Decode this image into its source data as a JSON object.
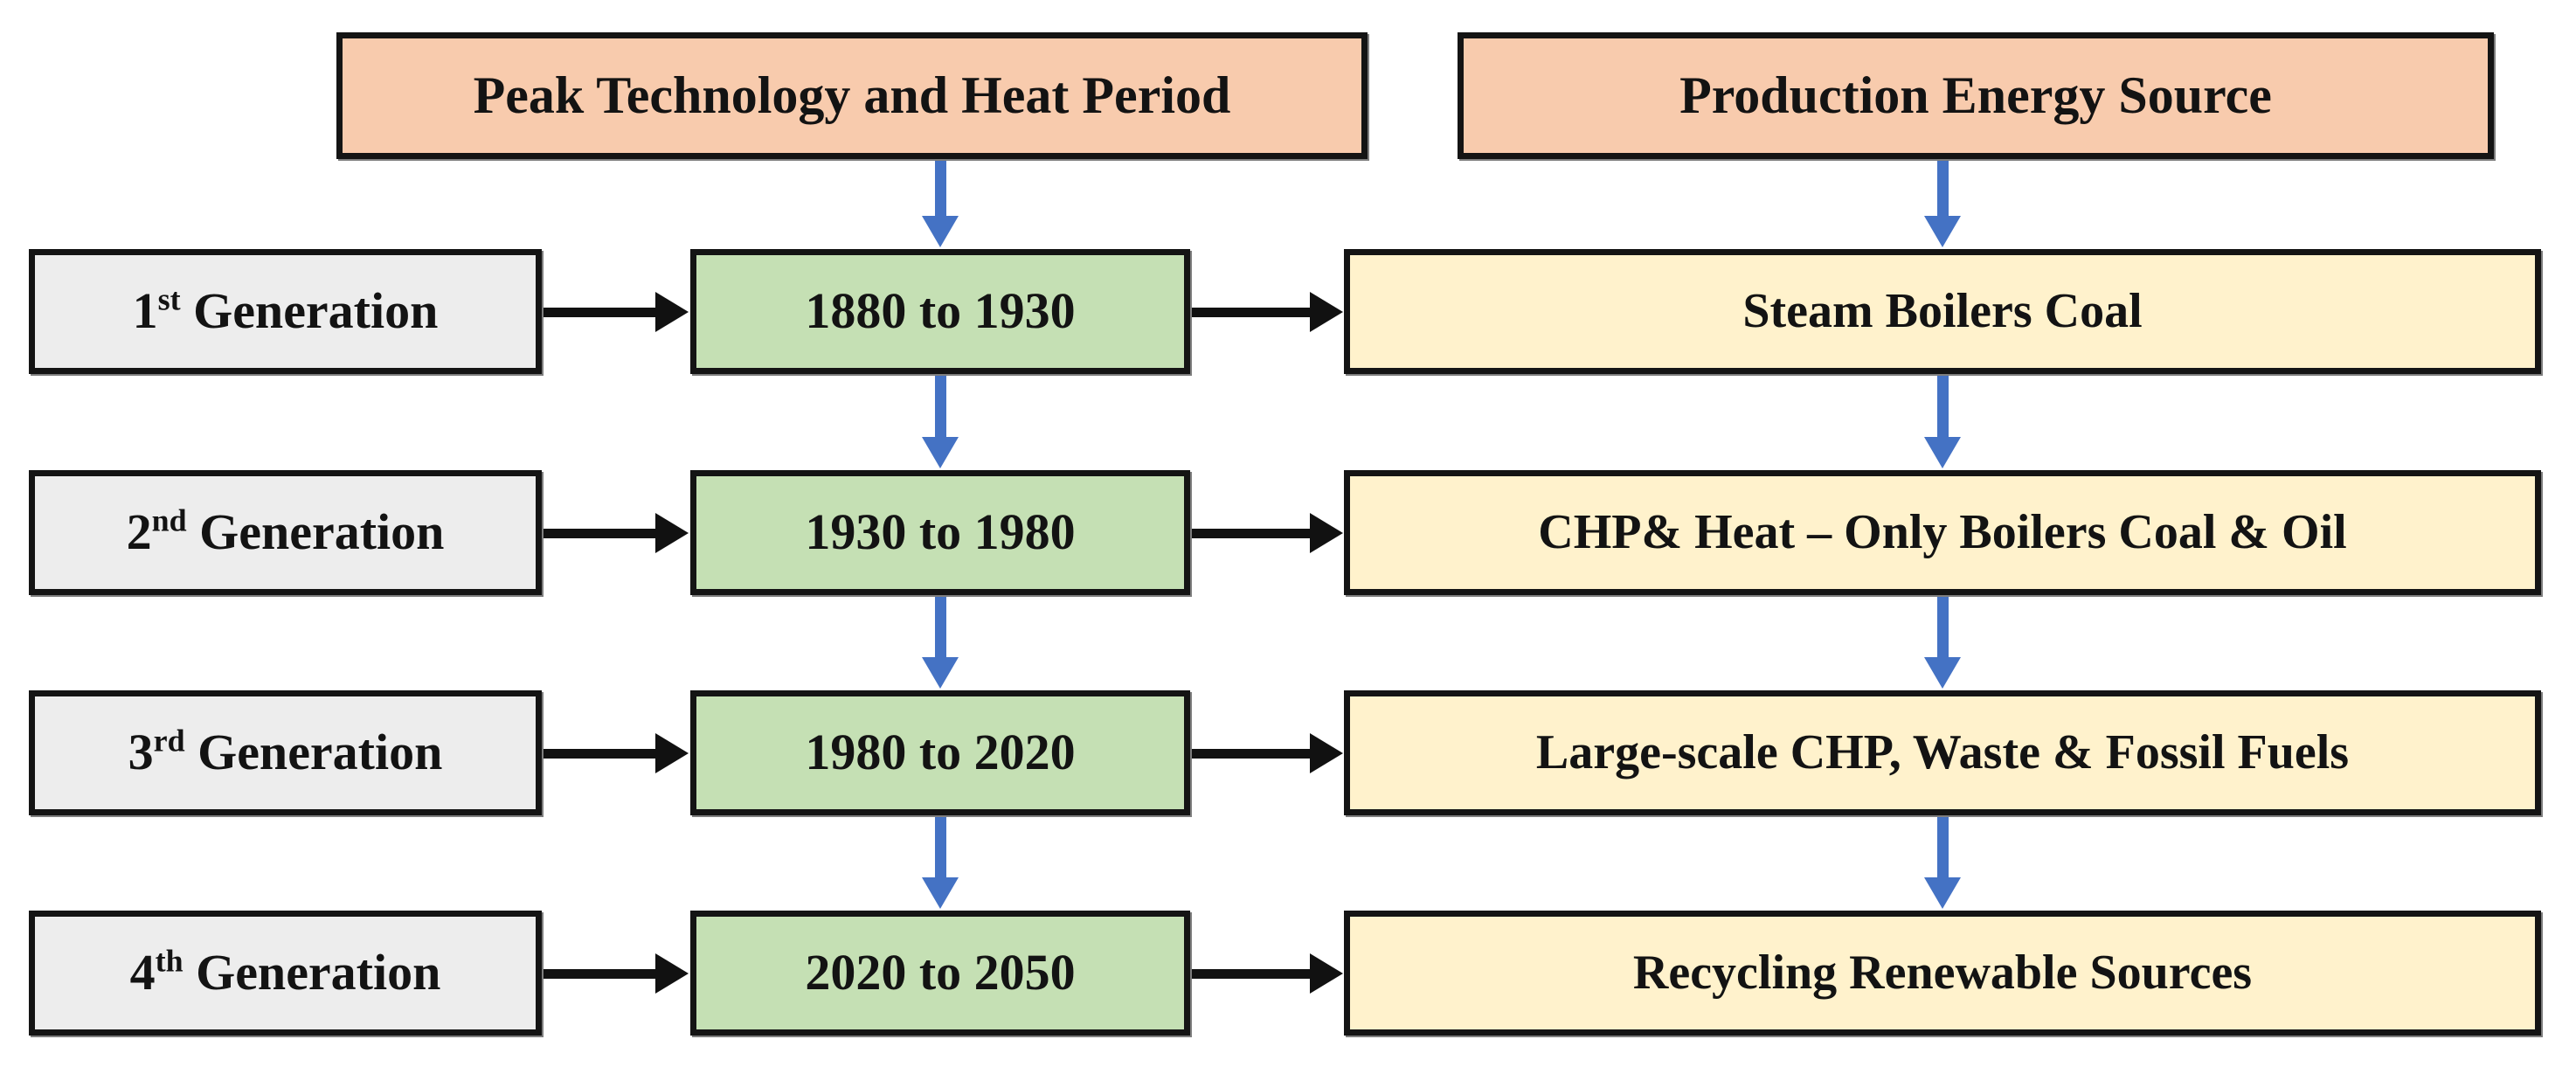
{
  "diagram": {
    "headers": [
      {
        "label": "Peak Technology and Heat Period"
      },
      {
        "label": "Production Energy Source"
      }
    ],
    "rows": [
      {
        "generation": {
          "ordinal": "1",
          "suffix": "st",
          "word": "Generation"
        },
        "period": "1880 to 1930",
        "source": "Steam Boilers Coal"
      },
      {
        "generation": {
          "ordinal": "2",
          "suffix": "nd",
          "word": "Generation"
        },
        "period": "1930 to 1980",
        "source": "CHP& Heat – Only Boilers Coal & Oil"
      },
      {
        "generation": {
          "ordinal": "3",
          "suffix": "rd",
          "word": "Generation"
        },
        "period": "1980 to 2020",
        "source": "Large-scale CHP, Waste & Fossil Fuels"
      },
      {
        "generation": {
          "ordinal": "4",
          "suffix": "th",
          "word": "Generation"
        },
        "period": "2020 to 2050",
        "source": "Recycling Renewable Sources"
      }
    ],
    "colors": {
      "header_fill": "#F8CBAD",
      "generation_fill": "#EDEDED",
      "period_fill": "#C5E0B4",
      "source_fill": "#FFF2CC",
      "box_border": "#141414",
      "flow_arrow_blue": "#4472C4",
      "link_arrow_black": "#111111"
    }
  }
}
